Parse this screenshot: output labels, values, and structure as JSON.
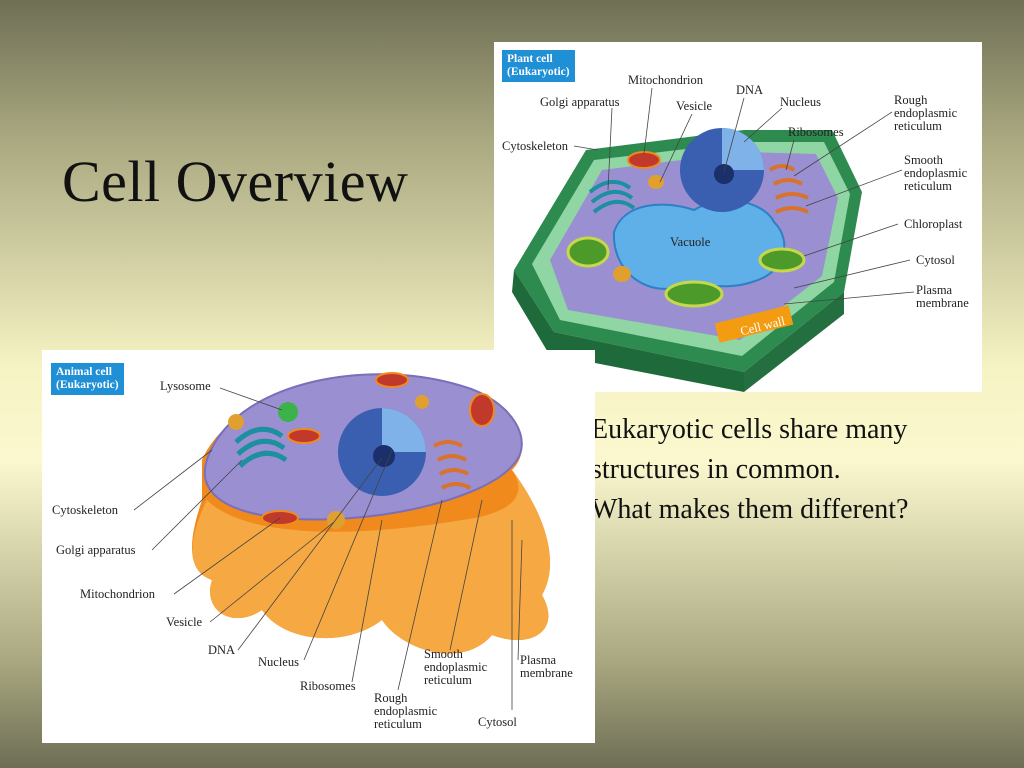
{
  "slide": {
    "title": "Cell Overview",
    "body_lines": [
      "Eukaryotic cells share many",
      "structures in common.",
      "What makes them different?"
    ]
  },
  "plant_figure": {
    "tag_line1": "Plant cell",
    "tag_line2": "(Eukaryotic)",
    "labels": {
      "mitochondrion": "Mitochondrion",
      "dna": "DNA",
      "golgi": "Golgi apparatus",
      "vesicle": "Vesicle",
      "nucleus": "Nucleus",
      "rough_er": "Rough\nendoplasmic\nreticulum",
      "ribosomes": "Ribosomes",
      "cytoskeleton": "Cytoskeleton",
      "smooth_er": "Smooth\nendoplasmic\nreticulum",
      "vacuole": "Vacuole",
      "chloroplast": "Chloroplast",
      "cytosol": "Cytosol",
      "plasma_membrane": "Plasma\nmembrane",
      "cell_wall": "Cell wall"
    }
  },
  "animal_figure": {
    "tag_line1": "Animal cell",
    "tag_line2": "(Eukaryotic)",
    "labels": {
      "lysosome": "Lysosome",
      "cytoskeleton": "Cytoskeleton",
      "golgi": "Golgi apparatus",
      "mitochondrion": "Mitochondrion",
      "vesicle": "Vesicle",
      "dna": "DNA",
      "nucleus": "Nucleus",
      "ribosomes": "Ribosomes",
      "rough_er": "Rough\nendoplasmic\nreticulum",
      "smooth_er": "Smooth\nendoplasmic\nreticulum",
      "plasma_membrane": "Plasma\nmembrane",
      "cytosol": "Cytosol"
    }
  },
  "colors": {
    "tag_blue": "#1f8fd6",
    "cell_wall_green": "#2e8b4f",
    "cytoplasm_purple": "#9a8fd0",
    "vacuole_blue": "#5fb0e8",
    "nucleus_blue": "#3a5fb0",
    "membrane_orange": "#f08a1c"
  }
}
